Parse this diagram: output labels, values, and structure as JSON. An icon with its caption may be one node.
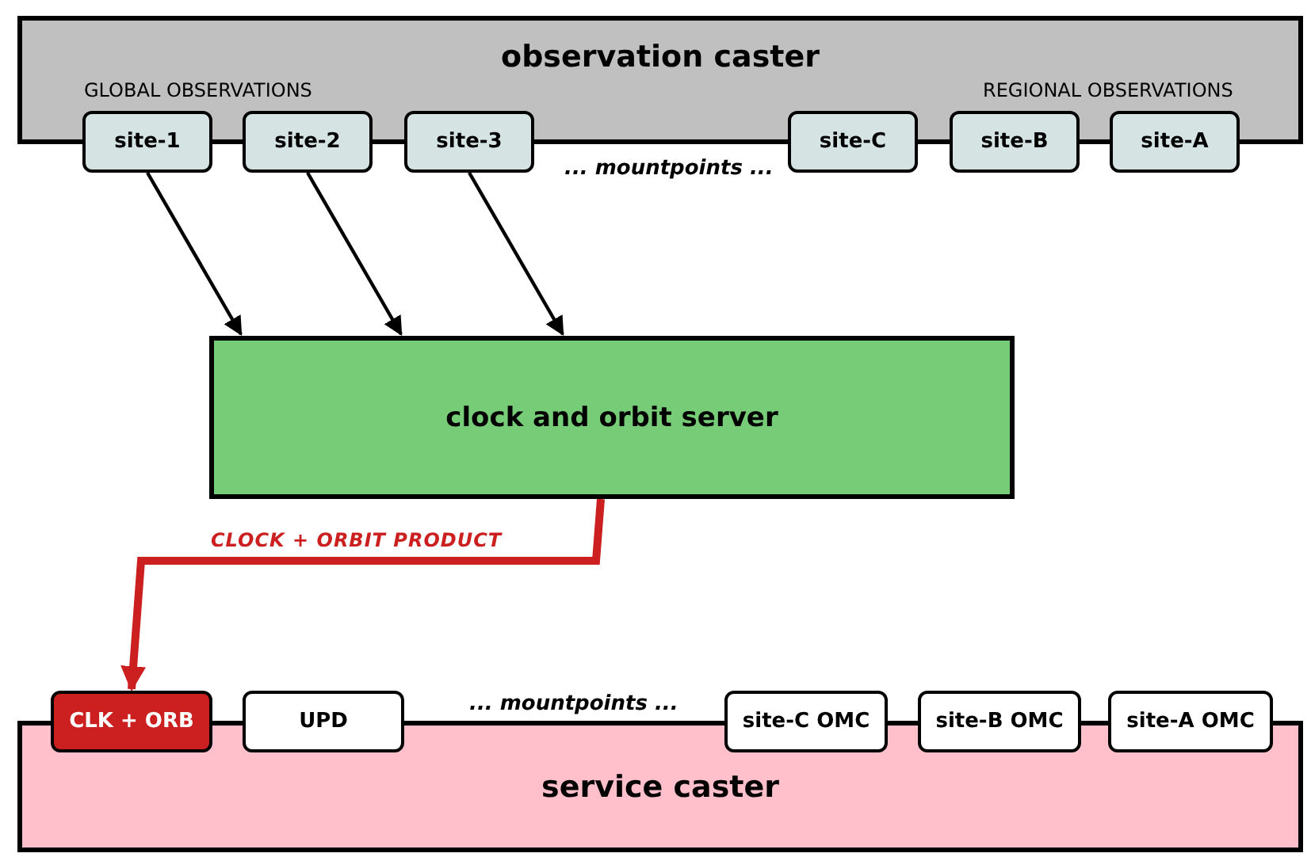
{
  "diagram": {
    "nodes": [
      {
        "text": [
          "observation caster"
        ]
      },
      {
        "text": [
          "site-1"
        ]
      },
      {
        "text": [
          "site-2"
        ]
      },
      {
        "text": [
          "site-3"
        ]
      },
      {
        "text": [
          "site-C"
        ]
      },
      {
        "text": [
          "site-B"
        ]
      },
      {
        "text": [
          "site-A"
        ]
      },
      {
        "text": [
          "clock and orbit server"
        ]
      },
      {
        "text": [
          "service caster"
        ]
      },
      {
        "text": [
          "CLK + ORB"
        ]
      },
      {
        "text": [
          "UPD"
        ]
      },
      {
        "text": [
          "site-C OMC"
        ]
      },
      {
        "text": [
          "site-B OMC"
        ]
      },
      {
        "text": [
          "site-A OMC"
        ]
      }
    ],
    "edges": [
      {
        "from": 1,
        "to": 7,
        "arrow": "to"
      },
      {
        "from": 2,
        "to": 7,
        "arrow": "to"
      },
      {
        "from": 3,
        "to": 7,
        "arrow": "to"
      },
      {
        "from": 7,
        "to": 9,
        "arrow": "to",
        "label": "CLOCK + ORBIT PRODUCT",
        "style": "thick",
        "color": "#cc1f1f"
      }
    ],
    "labels": [
      "GLOBAL OBSERVATIONS",
      "REGIONAL OBSERVATIONS",
      "... mountpoints ...",
      "... mountpoints ..."
    ]
  }
}
